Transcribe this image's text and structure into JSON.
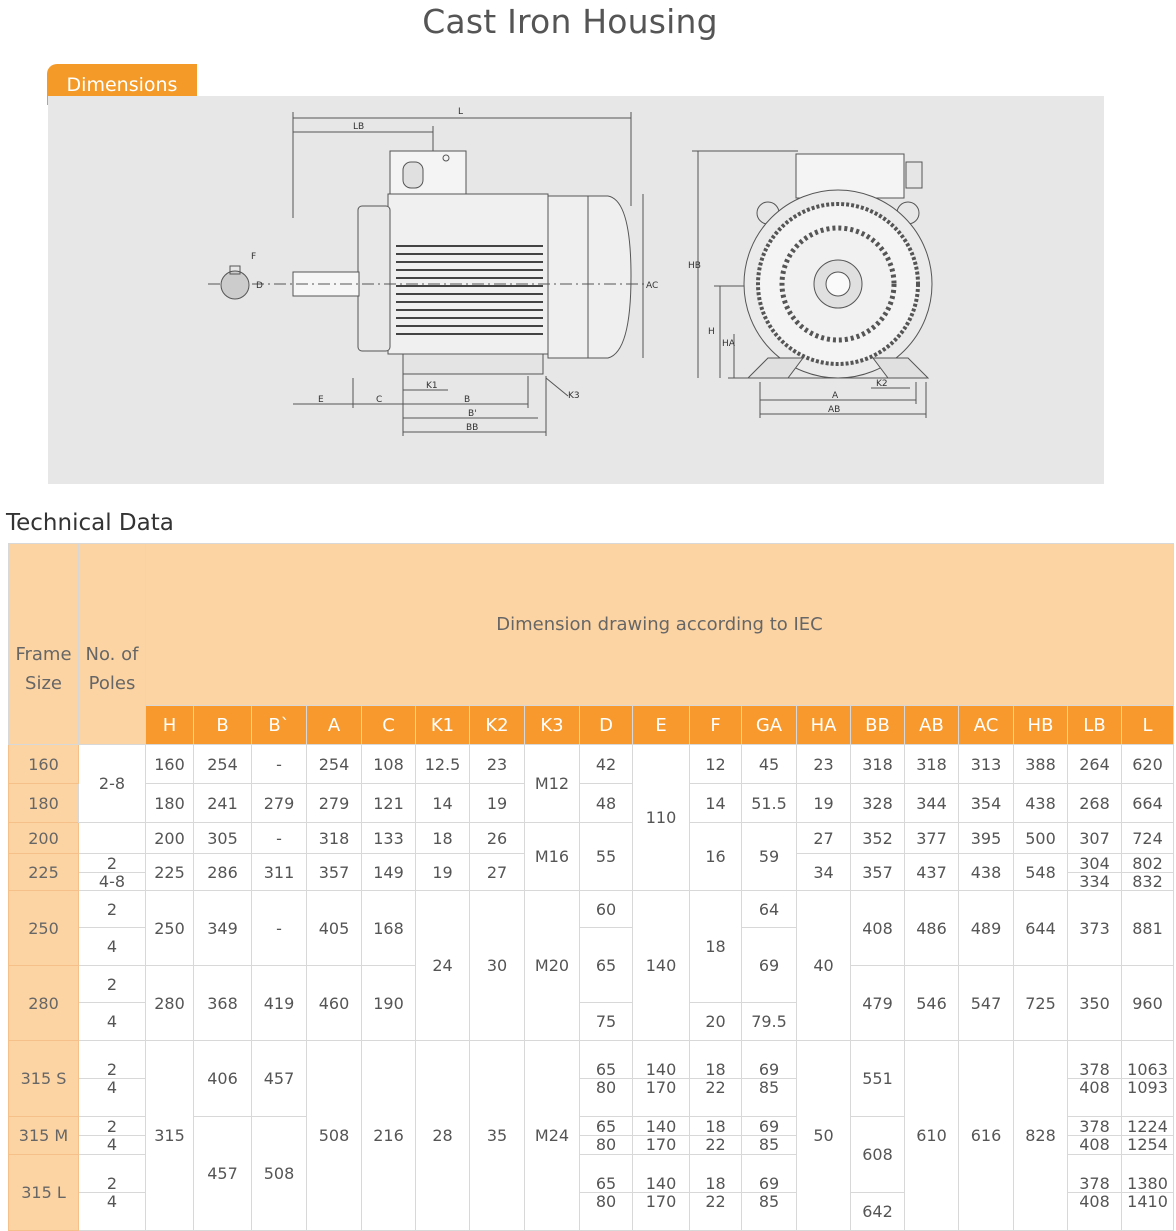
{
  "page": {
    "title": "Cast Iron Housing",
    "dimensions_tab": "Dimensions",
    "technical_heading": "Technical Data"
  },
  "drawing": {
    "labels": {
      "L": "L",
      "LB": "LB",
      "F": "F",
      "D": "D",
      "AC": "AC",
      "E": "E",
      "C": "C",
      "K1": "K1",
      "B": "B",
      "Bp": "B'",
      "BB": "BB",
      "K3": "K3",
      "HB": "HB",
      "H": "H",
      "HA": "HA",
      "A": "A",
      "AB": "AB",
      "K2": "K2"
    }
  },
  "table": {
    "header": {
      "frame_size": "Frame Size",
      "poles": "No. of Poles",
      "group": "Dimension drawing according to IEC",
      "columns": [
        "H",
        "B",
        "B`",
        "A",
        "C",
        "K1",
        "K2",
        "K3",
        "D",
        "E",
        "F",
        "GA",
        "HA",
        "BB",
        "AB",
        "AC",
        "HB",
        "LB",
        "L"
      ]
    },
    "frames": [
      "160",
      "180",
      "200",
      "225",
      "250",
      "280",
      "315 S",
      "315 M",
      "315 L"
    ],
    "poles": {
      "p160_180": "2-8",
      "p225a": "2",
      "p225b": "4-8",
      "p250a": "2",
      "p250b": "4",
      "p280a": "2",
      "p280b": "4",
      "p315s": [
        "2",
        "4"
      ],
      "p315m": [
        "2",
        "4"
      ],
      "p315l": [
        "2",
        "4"
      ]
    },
    "H": [
      "160",
      "180",
      "200",
      "225",
      "250",
      "280",
      "315"
    ],
    "B": [
      "254",
      "241",
      "305",
      "286",
      "349",
      "368",
      "406",
      "457"
    ],
    "Bp": [
      "-",
      "279",
      "-",
      "311",
      "-",
      "419",
      "457",
      "508"
    ],
    "A": [
      "254",
      "279",
      "318",
      "357",
      "405",
      "460",
      "508"
    ],
    "C": [
      "108",
      "121",
      "133",
      "149",
      "168",
      "190",
      "216"
    ],
    "K1": [
      "12.5",
      "14",
      "18",
      "19",
      "24",
      "28"
    ],
    "K2": [
      "23",
      "19",
      "26",
      "27",
      "30",
      "35"
    ],
    "K3": [
      "M12",
      "M16",
      "M20",
      "M24"
    ],
    "D": [
      "42",
      "48",
      "55",
      "60",
      "65",
      "75"
    ],
    "D315": [
      "65",
      "80",
      "65",
      "80",
      "65",
      "80"
    ],
    "E": [
      "110",
      "140"
    ],
    "E315": [
      "140",
      "170",
      "140",
      "170",
      "140",
      "170"
    ],
    "F": [
      "12",
      "14",
      "16",
      "18",
      "20"
    ],
    "F315": [
      "18",
      "22",
      "18",
      "22",
      "18",
      "22"
    ],
    "GA": [
      "45",
      "51.5",
      "59",
      "64",
      "69",
      "79.5"
    ],
    "GA315": [
      "69",
      "85",
      "69",
      "85",
      "69",
      "85"
    ],
    "HA": [
      "23",
      "19",
      "27",
      "34",
      "40",
      "50"
    ],
    "BB": [
      "318",
      "328",
      "352",
      "357",
      "408",
      "479",
      "551",
      "608",
      "642"
    ],
    "AB": [
      "318",
      "344",
      "377",
      "437",
      "486",
      "546",
      "610"
    ],
    "AC": [
      "313",
      "354",
      "395",
      "438",
      "489",
      "547",
      "616"
    ],
    "HB": [
      "388",
      "438",
      "500",
      "548",
      "644",
      "725",
      "828"
    ],
    "LB": [
      "264",
      "268",
      "307",
      "304",
      "334",
      "373",
      "350"
    ],
    "LB315": [
      "378",
      "408",
      "378",
      "408",
      "378",
      "408"
    ],
    "L": [
      "620",
      "664",
      "724",
      "802",
      "832",
      "881",
      "960"
    ],
    "L315": [
      "1063",
      "1093",
      "1224",
      "1254",
      "1380",
      "1410"
    ]
  }
}
